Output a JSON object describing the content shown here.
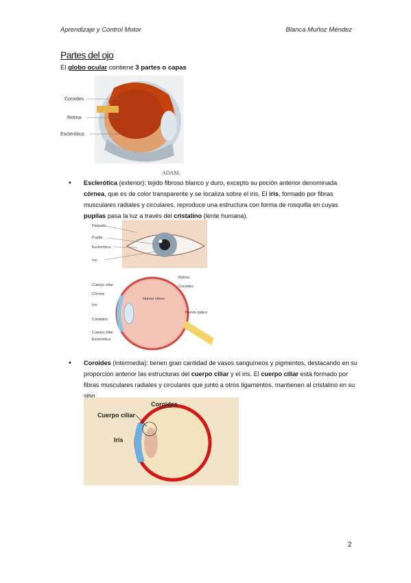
{
  "header": {
    "left": "Aprendizaje y Control Motor",
    "right": "Blanca Muñoz Méndez"
  },
  "title": "Partes del ojo",
  "intro": {
    "pre": "El ",
    "term": "globo ocular",
    "mid": " contiene ",
    "bold": "3 partes o capas"
  },
  "figure1": {
    "labels": [
      "Coroides",
      "Retina",
      "Esclerótica"
    ],
    "credit": "ADAM."
  },
  "esclerotica": {
    "term": "Esclerótica",
    "t1": " (exterior): tejido fibroso blanco y duro, excepto su poción anterior denominada ",
    "cornea": "córnea",
    "t2": ", que es de color transparente y se localiza sobre el iris. El ",
    "iris": "iris",
    "t3": ", formado por fibras musculares radiales y circulares, reproduce una estructura con forma de rosquilla en cuyas ",
    "pupilas": "pupilas",
    "t4": " pasa la luz a través del ",
    "cristalino": "cristalino",
    "t5": " (lente humana)."
  },
  "figure2": {
    "labels": [
      "Párpado",
      "Pupila",
      "Esclerótica",
      "Iris"
    ]
  },
  "figure3": {
    "left_labels": [
      "Cuerpo ciliar",
      "Córnea",
      "Iris",
      "Cristalino",
      "Cuerpo ciliar",
      "Esclerótica"
    ],
    "right_labels": [
      "Retina",
      "Coroides",
      "Nervio óptico"
    ],
    "center_label": "Humor vítreo"
  },
  "coroides": {
    "term": "Coroides",
    "t1": " (intermedia): tienen gran cantidad de vasos sanguíneos y pigmentos, destacando en su proporción anterior las estructuras del ",
    "ciliar1": "cuerpo ciliar",
    "t2": " y el iris. El ",
    "ciliar2": "cuerpo ciliar",
    "t3": " está formado por fibras musculares radiales y circulares que junto a otros ligamentos, mantienen al cristalino en su sitio."
  },
  "figure4": {
    "labels": [
      "Coroides",
      "Cuerpo ciliar",
      "Iris"
    ]
  },
  "page_number": "2",
  "bullet": "•"
}
